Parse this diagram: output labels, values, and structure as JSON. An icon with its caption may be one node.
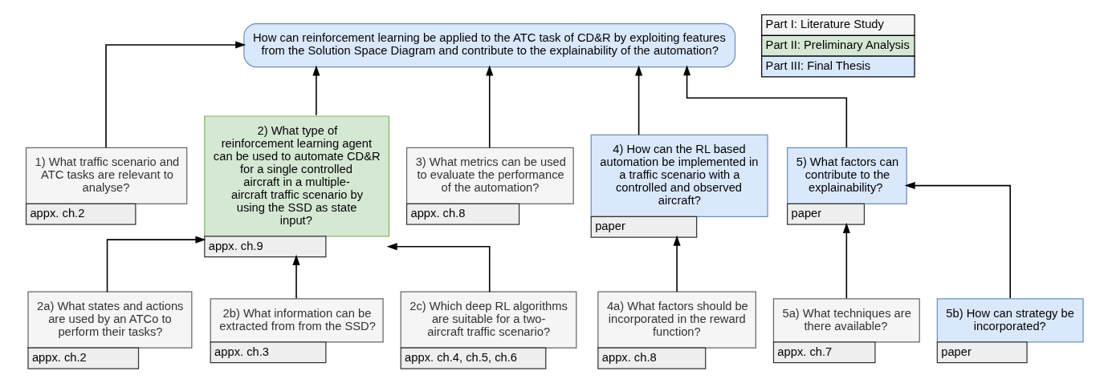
{
  "diagram": {
    "nodes": [
      {
        "text": [
          "How can reinforcement learning be applied to the ATC task of CD&R by exploiting features from the Solution Space Diagram and contribute to the explainability of the automation?"
        ]
      },
      {
        "text": [
          "1) What traffic scenario and ATC tasks are relevant to analyse?"
        ],
        "beside": [
          "appx. ch.2"
        ]
      },
      {
        "text": [
          "2) What type of reinforcement learning agent can be used to automate CD&R for a single controlled aircraft in a multiple-aircraft traffic scenario by using the SSD as state input?"
        ],
        "beside": [
          "appx. ch.9"
        ]
      },
      {
        "text": [
          "3) What metrics can be used to evaluate the performance of the automation?"
        ],
        "beside": [
          "appx. ch.8"
        ]
      },
      {
        "text": [
          "4) How can the RL based automation be implemented in a traffic scenario with a controlled and observed aircraft?"
        ],
        "beside": [
          "paper"
        ]
      },
      {
        "text": [
          "5) What factors can contribute to the explainability?"
        ],
        "beside": [
          "paper"
        ]
      },
      {
        "text": [
          "2a) What states and actions are used by an ATCo to perform their tasks?"
        ],
        "beside": [
          "appx. ch.2"
        ]
      },
      {
        "text": [
          "2b) What information can be extracted from from the SSD?"
        ],
        "beside": [
          "appx. ch.3"
        ]
      },
      {
        "text": [
          "2c) Which deep RL algorithms are suitable for a two-aircraft traffic scenario?"
        ],
        "beside": [
          "appx. ch.4, ch.5, ch.6"
        ]
      },
      {
        "text": [
          "4a) What factors should be incorporated in the reward function?"
        ],
        "beside": [
          "appx. ch.8"
        ]
      },
      {
        "text": [
          "5a) What techniques are there available?"
        ],
        "beside": [
          "appx. ch.7"
        ]
      },
      {
        "text": [
          "5b) How can strategy be incorporated?"
        ],
        "beside": [
          "paper"
        ]
      }
    ],
    "edges": [
      {
        "from": 1,
        "to": 0,
        "arrow": "to"
      },
      {
        "from": 2,
        "to": 0,
        "arrow": "to"
      },
      {
        "from": 3,
        "to": 0,
        "arrow": "to"
      },
      {
        "from": 4,
        "to": 0,
        "arrow": "to"
      },
      {
        "from": 5,
        "to": 0,
        "arrow": "to"
      },
      {
        "from": 6,
        "to": 2,
        "arrow": "to"
      },
      {
        "from": 7,
        "to": 2,
        "arrow": "to"
      },
      {
        "from": 8,
        "to": 2,
        "arrow": "to"
      },
      {
        "from": 9,
        "to": 4,
        "arrow": "to"
      },
      {
        "from": 10,
        "to": 5,
        "arrow": "to"
      },
      {
        "from": 11,
        "to": 5,
        "arrow": "to"
      }
    ],
    "legend": [
      {
        "text": "Part I: Literature Study",
        "color": "#f5f5f5"
      },
      {
        "text": "Part II: Preliminary Analysis",
        "color": "#d5e8d4"
      },
      {
        "text": "Part III: Final Thesis",
        "color": "#dae8fc"
      }
    ]
  }
}
